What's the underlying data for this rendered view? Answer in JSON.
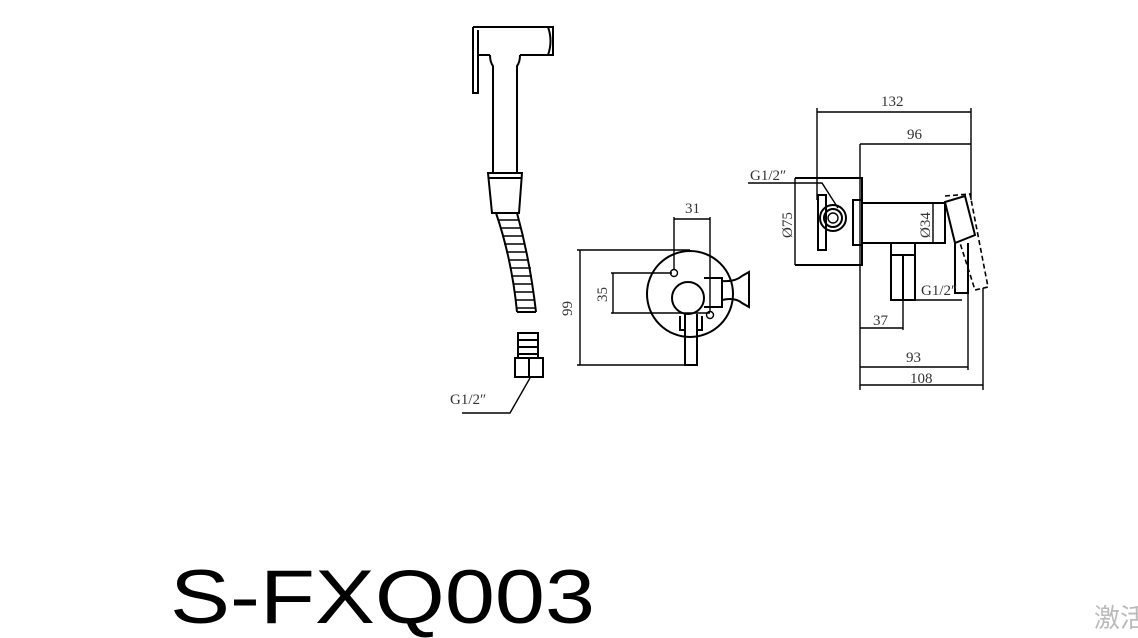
{
  "drawing": {
    "model": "S-FXQ003",
    "sprayer": {
      "thread_label": "G1/2″"
    },
    "front_view": {
      "dim_width": "31",
      "dim_inner_height": "35",
      "dim_height": "99"
    },
    "side_view": {
      "dim_total_length": "132",
      "dim_body_length": "96",
      "inlet_thread": "G1/2″",
      "dim_plate_diameter": "Ø75",
      "dim_body_diameter": "Ø34",
      "outlet_thread": "G1/2″",
      "dim_outlet_offset": "37",
      "dim_lever_length": "93",
      "dim_overall_length": "108"
    }
  },
  "watermark": "激活"
}
